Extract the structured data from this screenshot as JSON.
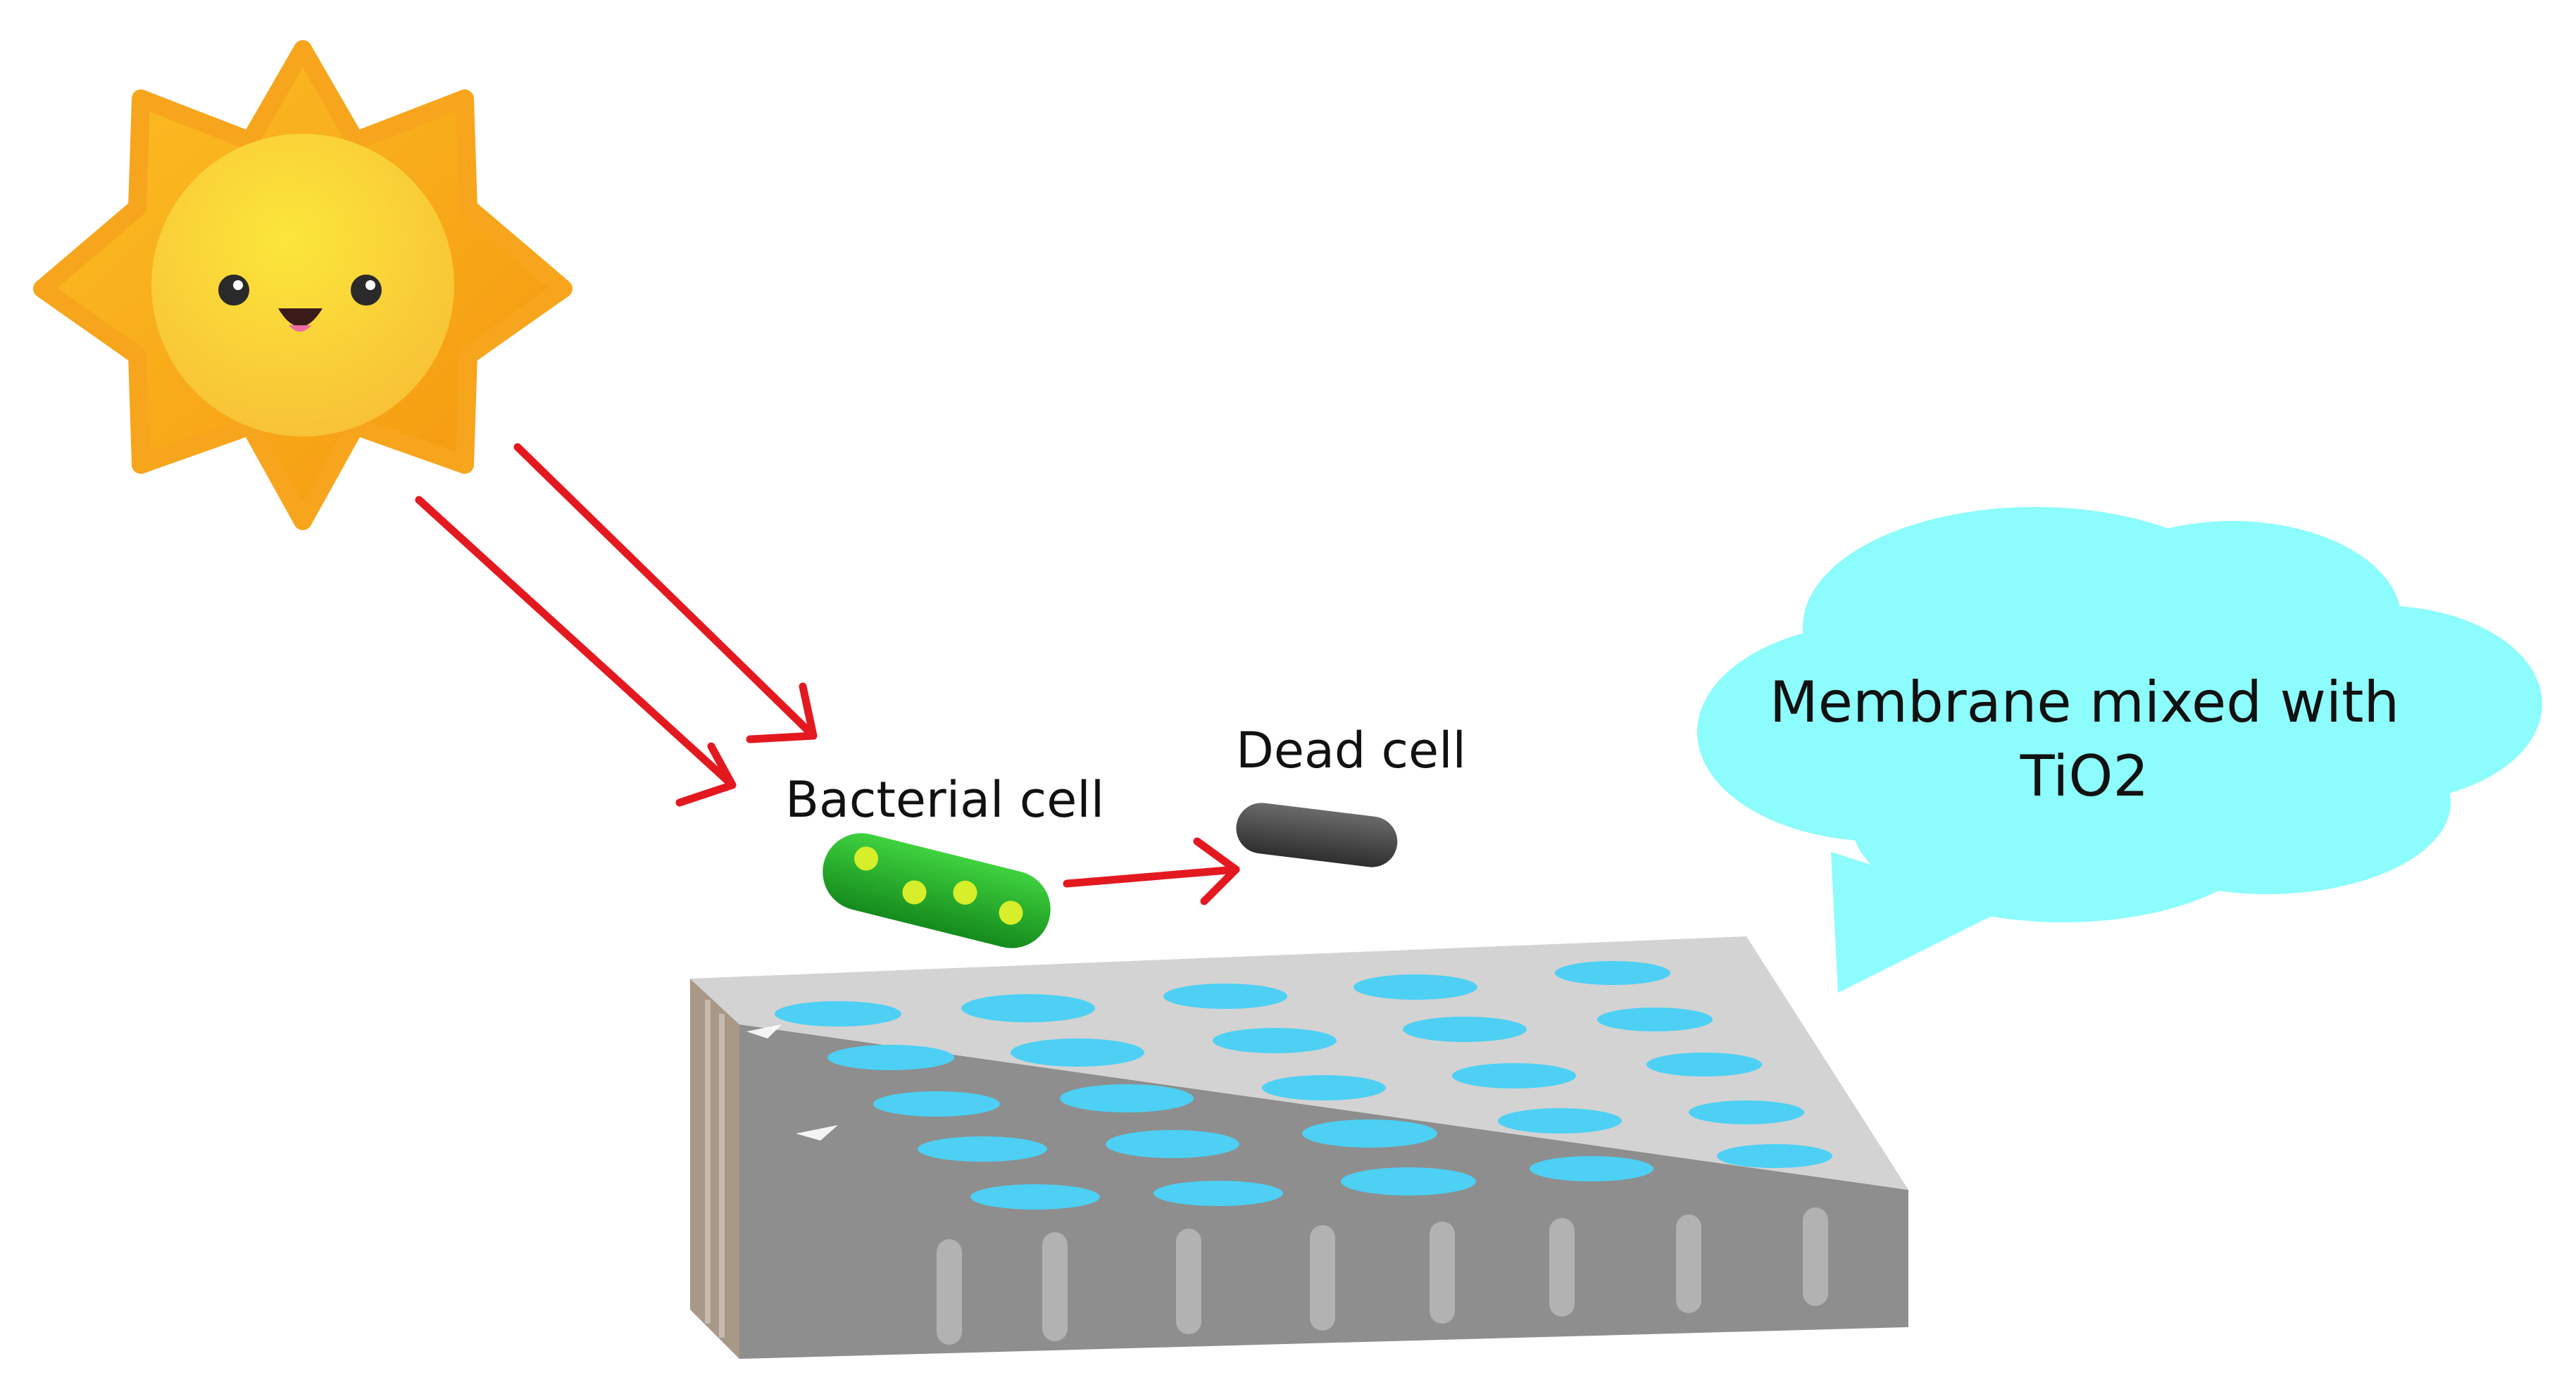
{
  "labels": {
    "bacterial_cell": "Bacterial cell",
    "dead_cell": "Dead cell",
    "cloud_line1": "Membrane mixed with",
    "cloud_line2": "TiO2"
  },
  "colors": {
    "sun_rays": "#f7a51c",
    "sun_face": "#fbd437",
    "sun_outline": "#ffffff",
    "arrow": "#e3191f",
    "live_cell": "#22b12a",
    "live_cell_spots": "#d7ee2a",
    "dead_cell": "#4a4a4a",
    "membrane_top": "#d3d3d3",
    "membrane_front": "#8e8e8e",
    "membrane_side": "#a89888",
    "pores": "#4dd0f4",
    "cloud": "#8cfcfc"
  },
  "icons": {
    "sun": "smiling-sun-icon",
    "live_bacterium": "rod-bacterium-icon",
    "dead_bacterium": "dead-rod-bacterium-icon"
  }
}
